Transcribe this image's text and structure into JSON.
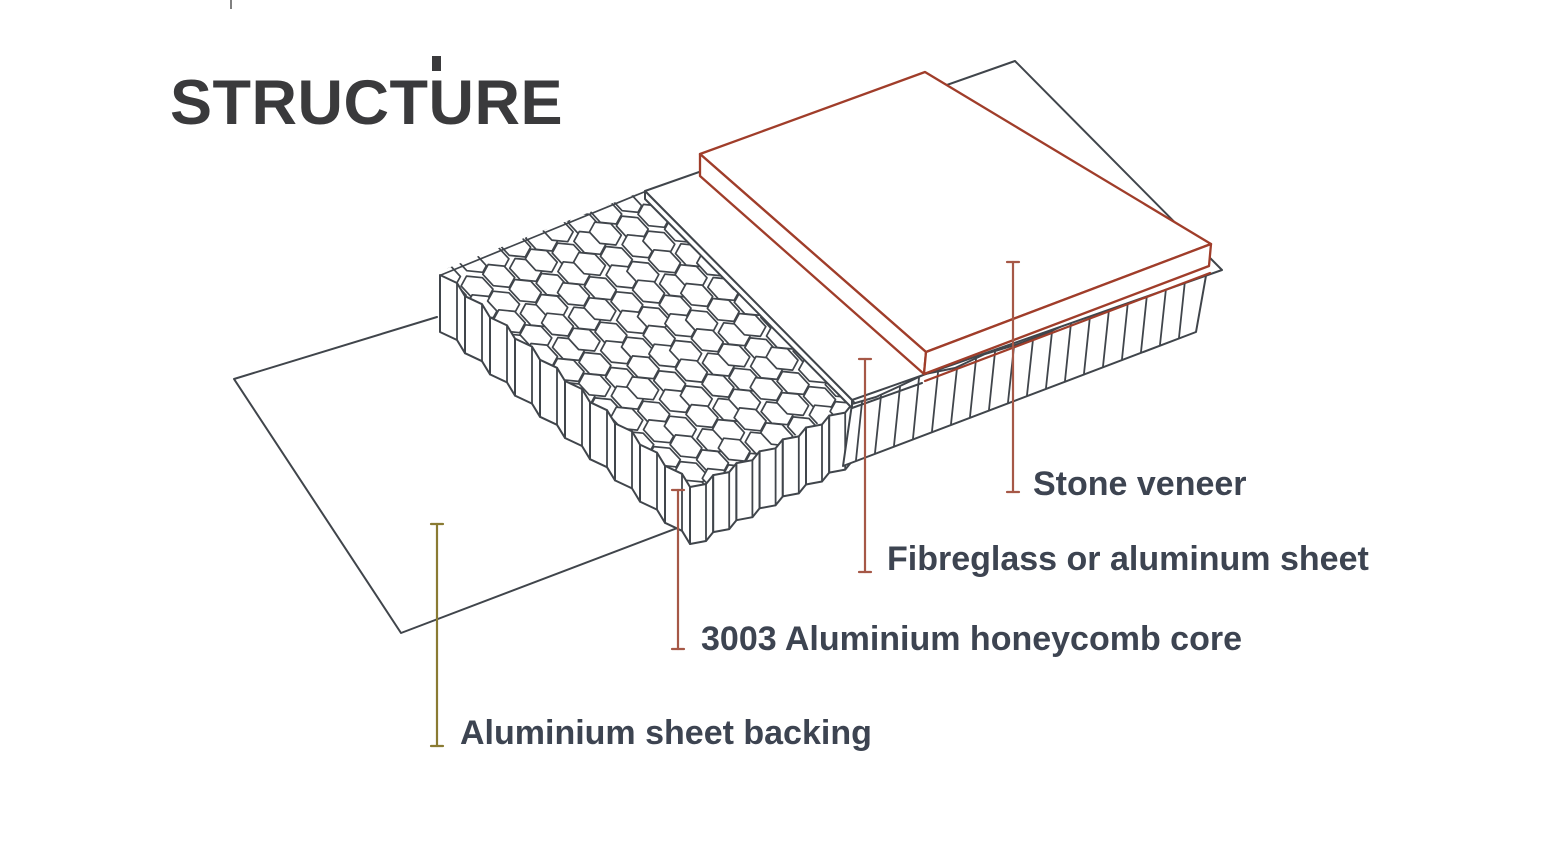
{
  "title": "STRUCTURE",
  "diagram": {
    "type": "exploded-isometric-panel",
    "labels": {
      "stone": "Stone veneer",
      "fibreglass": "Fibreglass or aluminum sheet",
      "core": "3003 Aluminium honeycomb core",
      "backing": "Aluminium sheet backing"
    },
    "layers": [
      {
        "name": "Stone veneer",
        "leader_color": "#a65847",
        "outline_color": "#a03d2a"
      },
      {
        "name": "Fibreglass or aluminum sheet",
        "leader_color": "#a65847",
        "outline_color": "#40454b"
      },
      {
        "name": "3003 Aluminium honeycomb core",
        "leader_color": "#a65847",
        "outline_color": "#40454b"
      },
      {
        "name": "Aluminium sheet backing",
        "leader_color": "#8a7b33",
        "outline_color": "#40454b"
      }
    ]
  },
  "colors": {
    "bg": "#ffffff",
    "line": "#40454b",
    "stone_red": "#a03d2a",
    "leader_red": "#a65847",
    "leader_olive": "#8a7b33",
    "text": "#3d4451",
    "title_text": "#3a3a3c"
  }
}
